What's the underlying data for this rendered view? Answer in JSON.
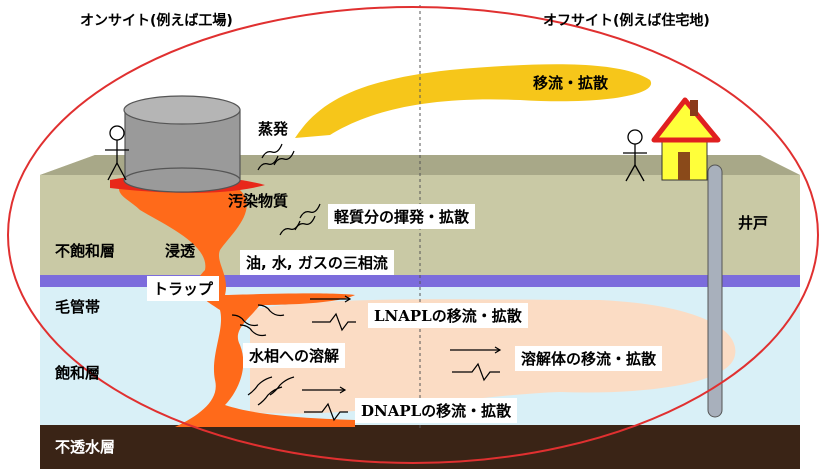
{
  "headers": {
    "onsite": "オンサイト(例えば工場)",
    "offsite": "オフサイト(例えば住宅地)"
  },
  "layers": {
    "unsaturated": "不飽和層",
    "capillary": "毛管帯",
    "saturated": "飽和層",
    "impermeable": "不透水層"
  },
  "labels": {
    "evaporation": "蒸発",
    "advection_dispersion": "移流・拡散",
    "contaminant": "汚染物質",
    "light_volatilization": "軽質分の揮発・拡散",
    "infiltration": "浸透",
    "three_phase_flow": "油, 水, ガスの三相流",
    "trap": "トラップ",
    "lnapl": "LNAPLの移流・拡散",
    "dissolution": "水相への溶解",
    "solute_transport": "溶解体の移流・拡散",
    "dnapl": "DNAPLの移流・拡散",
    "well": "井戸"
  },
  "colors": {
    "ground_surface": "#a8a888",
    "unsaturated_zone": "#c9c9a5",
    "capillary_band": "#7c6cdc",
    "saturated_zone": "#d9f0f7",
    "impermeable_layer": "#3a2416",
    "contaminant": "#ff6a1a",
    "plume": "#f6c61a",
    "dissolved_plume": "#fbdcc4",
    "ellipse": "#e03030"
  }
}
